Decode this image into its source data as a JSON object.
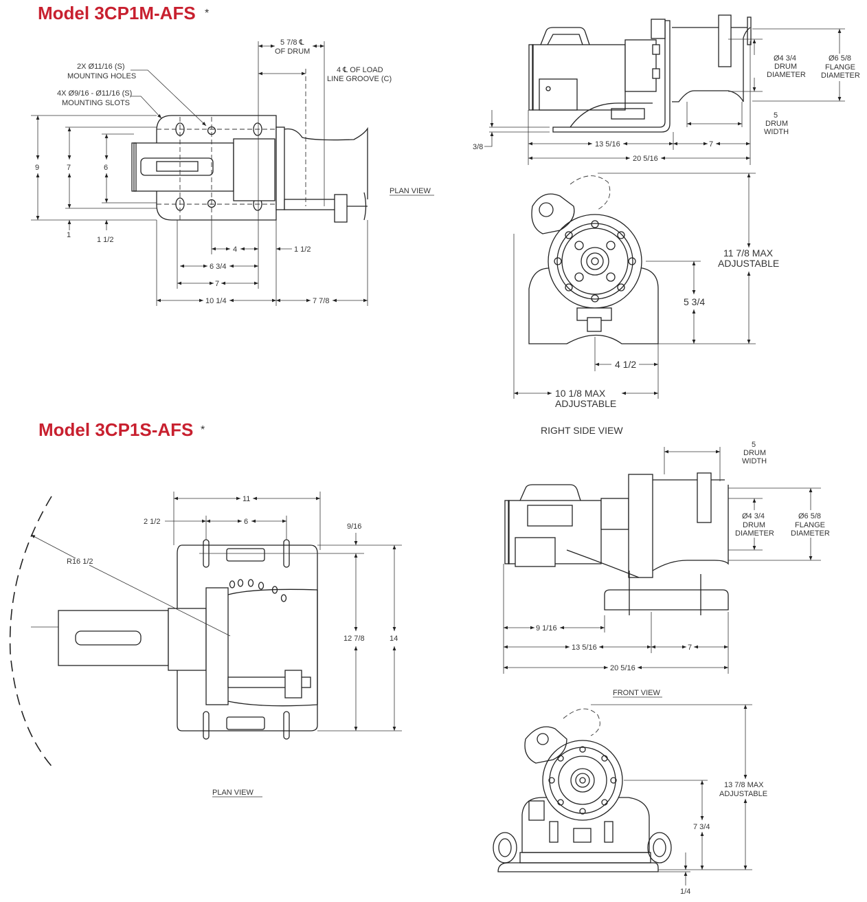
{
  "model_1m": {
    "title": "Model 3CP1M-AFS",
    "asterisk": "*",
    "plan_view": {
      "label": "PLAN VIEW",
      "drum_cl": "5 7/8 ℄",
      "drum_cl_2": "OF DRUM",
      "load_line": "4 ℄ OF LOAD",
      "load_line_2": "LINE GROOVE (C)",
      "holes": "2X Ø11/16 (S)",
      "holes_2": "MOUNTING HOLES",
      "slots": "4X Ø9/16 - Ø11/16 (S)",
      "slots_2": "MOUNTING SLOTS",
      "dim_9": "9",
      "dim_7v": "7",
      "dim_6": "6",
      "dim_1": "1",
      "dim_1_5_left": "1 1/2",
      "dim_4": "4",
      "dim_1_5_right": "1 1/2",
      "dim_6_75": "6 3/4",
      "dim_7h": "7",
      "dim_10_25": "10 1/4",
      "dim_7_875": "7 7/8"
    },
    "front_view": {
      "drum_dia": "Ø4 3/4",
      "drum_dia_2": "DRUM",
      "drum_dia_3": "DIAMETER",
      "flange_dia": "Ø6 5/8",
      "flange_dia_2": "FLANGE",
      "flange_dia_3": "DIAMETER",
      "drum_width": "5",
      "drum_width_2": "DRUM",
      "drum_width_3": "WIDTH",
      "dim_3_8": "3/8",
      "dim_13_5_16": "13 5/16",
      "dim_7": "7",
      "dim_20_5_16": "20 5/16"
    },
    "right_side_view": {
      "label": "RIGHT SIDE VIEW",
      "max_height": "11 7/8 MAX",
      "max_height_2": "ADJUSTABLE",
      "dim_5_75": "5 3/4",
      "dim_4_5": "4 1/2",
      "max_width": "10 1/8 MAX",
      "max_width_2": "ADJUSTABLE"
    }
  },
  "model_1s": {
    "title": "Model 3CP1S-AFS",
    "asterisk": "*",
    "plan_view": {
      "label": "PLAN VIEW",
      "dim_11": "11",
      "dim_2_5": "2 1/2",
      "dim_6": "6",
      "dim_9_16": "9/16",
      "radius": "R16 1/2",
      "dim_12_875": "12 7/8",
      "dim_14": "14"
    },
    "front_view": {
      "label": "FRONT VIEW",
      "drum_width": "5",
      "drum_width_2": "DRUM",
      "drum_width_3": "WIDTH",
      "drum_dia": "Ø4 3/4",
      "drum_dia_2": "DRUM",
      "drum_dia_3": "DIAMETER",
      "flange_dia": "Ø6 5/8",
      "flange_dia_2": "FLANGE",
      "flange_dia_3": "DIAMETER",
      "dim_9_1_16": "9 1/16",
      "dim_13_5_16": "13 5/16",
      "dim_7": "7",
      "dim_20_5_16": "20 5/16"
    },
    "side_view": {
      "max_height": "13 7/8 MAX",
      "max_height_2": "ADJUSTABLE",
      "dim_7_75": "7 3/4",
      "dim_1_4": "1/4"
    }
  },
  "colors": {
    "title": "#c8202f",
    "line": "#222222"
  }
}
